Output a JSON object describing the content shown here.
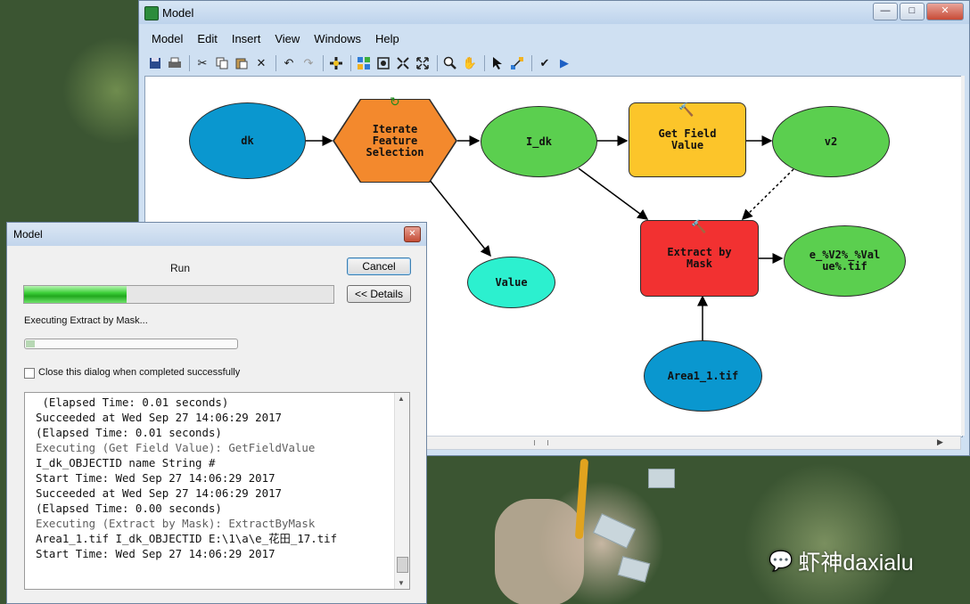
{
  "model_window": {
    "title": "Model",
    "controls": [
      "—",
      "□",
      "✕"
    ],
    "menus": [
      "Model",
      "Edit",
      "Insert",
      "View",
      "Windows",
      "Help"
    ],
    "toolbar_icons": [
      "save-icon",
      "print-icon",
      "cut-icon",
      "copy-icon",
      "paste-icon",
      "delete-icon",
      "undo-icon",
      "redo-icon",
      "add-data-icon",
      "auto-layout-icon",
      "full-extent-icon",
      "zoom-in-fixed-icon",
      "zoom-out-fixed-icon",
      "zoom-icon",
      "pan-icon",
      "select-icon",
      "connect-icon",
      "validate-icon",
      "run-icon"
    ]
  },
  "diagram": {
    "nodes": {
      "dk": "dk",
      "iterate": "Iterate\nFeature\nSelection",
      "i_dk": "I_dk",
      "get_field": "Get Field\nValue",
      "v2": "v2",
      "value": "Value",
      "extract": "Extract by\nMask",
      "output": "e_%V2%_%Val\nue%.tif",
      "area": "Area1_1.tif"
    },
    "colors": {
      "input": "#0a97cf",
      "tool_iterate": "#f3892d",
      "derived": "#5bcf4f",
      "tool": "#fcc52a",
      "tool_running": "#f23131",
      "value": "#2cf0cf"
    }
  },
  "dialog": {
    "title": "Model",
    "run_label": "Run",
    "cancel_label": "Cancel",
    "details_label": "<< Details",
    "progress_fraction": 0.33,
    "executing_label": "Executing Extract by Mask...",
    "sub_progress_fraction": 0.04,
    "checkbox_label": "Close this dialog when completed successfully",
    "log_lines": [
      {
        "text": " (Elapsed Time: 0.01 seconds)",
        "grey": false
      },
      {
        "text": "Succeeded at Wed Sep 27 14:06:29 2017",
        "grey": false
      },
      {
        "text": "(Elapsed Time: 0.01 seconds)",
        "grey": false
      },
      {
        "text": "Executing (Get Field Value): GetFieldValue",
        "grey": true
      },
      {
        "text": "I_dk_OBJECTID name String #",
        "grey": false
      },
      {
        "text": "Start Time: Wed Sep 27 14:06:29 2017",
        "grey": false
      },
      {
        "text": "Succeeded at Wed Sep 27 14:06:29 2017",
        "grey": false
      },
      {
        "text": "(Elapsed Time: 0.00 seconds)",
        "grey": false
      },
      {
        "text": "Executing (Extract by Mask): ExtractByMask",
        "grey": true
      },
      {
        "text": "Area1_1.tif I_dk_OBJECTID E:\\1\\a\\e_花田_17.tif",
        "grey": false
      },
      {
        "text": "Start Time: Wed Sep 27 14:06:29 2017",
        "grey": false
      }
    ]
  },
  "watermark": {
    "text": "虾神daxialu"
  }
}
